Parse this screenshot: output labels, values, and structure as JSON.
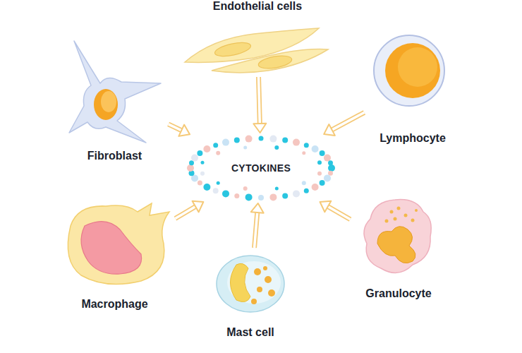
{
  "diagram": {
    "nodes": [
      {
        "text": [
          "Endothelial cells"
        ]
      },
      {
        "text": [
          "Fibroblast"
        ]
      },
      {
        "text": [
          "Lymphocyte"
        ]
      },
      {
        "text": [
          "CYTOKINES"
        ]
      },
      {
        "text": [
          "Macrophage"
        ]
      },
      {
        "text": [
          "Granulocyte"
        ]
      },
      {
        "text": [
          "Mast cell"
        ]
      }
    ],
    "edges": [
      {
        "from": 0,
        "to": 3,
        "arrow": "to"
      },
      {
        "from": 1,
        "to": 3,
        "arrow": "to"
      },
      {
        "from": 2,
        "to": 3,
        "arrow": "to"
      },
      {
        "from": 4,
        "to": 3,
        "arrow": "to"
      },
      {
        "from": 5,
        "to": 3,
        "arrow": "to"
      },
      {
        "from": 6,
        "to": 3,
        "arrow": "to"
      }
    ]
  }
}
